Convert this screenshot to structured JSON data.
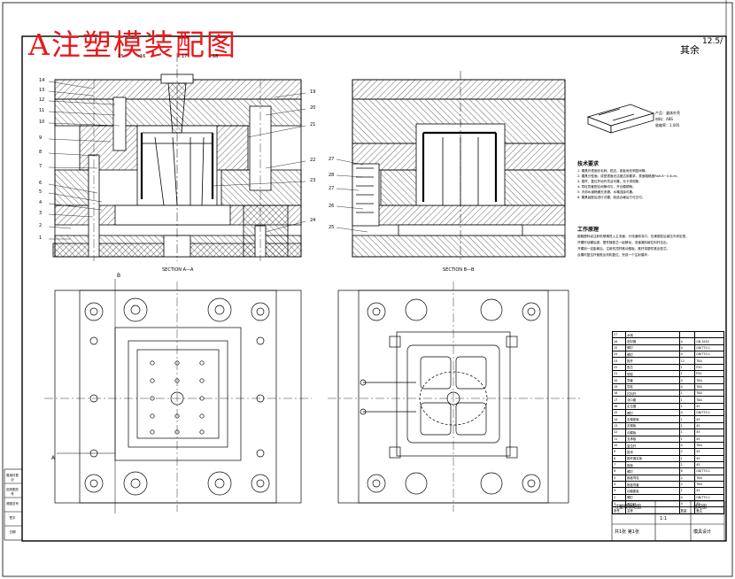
{
  "drawing": {
    "title": "A注塑模装配图",
    "sheet_label": "其余",
    "sheet_fraction": "12.5/"
  },
  "sections": {
    "left_label": "SECTION A—A",
    "right_label": "SECTION B—B"
  },
  "part_numbers_left": [
    "14",
    "13",
    "12",
    "11",
    "10",
    "9",
    "8",
    "7",
    "6",
    "5",
    "4",
    "3",
    "2",
    "1"
  ],
  "part_numbers_top": [
    "15",
    "16",
    "17",
    "18"
  ],
  "part_numbers_right": [
    "19",
    "20",
    "21",
    "22",
    "23",
    "24"
  ],
  "part_numbers_section_b": [
    "27",
    "28",
    "27",
    "26",
    "25"
  ],
  "cut_marks": {
    "a": "A",
    "b": "B"
  },
  "technical_notes": {
    "title": "技术要求",
    "lines": [
      "1. 模具外表面无毛刺、锐边，各板间无明显间隙。",
      "2. 模具分型面、成型表面光洁度达到要求，表面粗糙度Ra0.8~0.4um。",
      "3. 推杆、复位杆动作灵活可靠，无卡滞现象。",
      "4. 导柱导套配合间隙均匀，开合模顺畅。",
      "5. 冷却水道畅通无渗漏，水嘴连接可靠。",
      "6. 模具装配后进行试模，制品合格后方可交付。"
    ]
  },
  "work_notes": {
    "title": "工作原理",
    "lines": [
      "熔融塑料经注射机喷嘴进入主流道、分流道和浇口，充满型腔后保压冷却定型。",
      "开模时动模后退，塑件随型芯一起移动，流道凝料被拉料杆拉出。",
      "开模到一定距离后，注射机顶杆推动推板，推杆将塑件推出型芯。",
      "合模时复位杆使推出机构复位，完成一个注射循环。"
    ]
  },
  "product_info": {
    "name": "产品：盒体外壳",
    "material": "材料：ABS",
    "shrink": "收缩率：1.005"
  },
  "bom_rows": [
    [
      "27",
      "水嘴",
      "",
      ""
    ],
    [
      "26",
      "密封圈",
      "4",
      "GB-3452"
    ],
    [
      "25",
      "螺钉",
      "4",
      "GB/T70.1"
    ],
    [
      "24",
      "螺钉",
      "4",
      "GB/T70.1"
    ],
    [
      "23",
      "推杆",
      "12",
      "T8A"
    ],
    [
      "22",
      "型芯",
      "1",
      "P20"
    ],
    [
      "21",
      "型腔",
      "1",
      "P20"
    ],
    [
      "20",
      "导套",
      "4",
      "T8A"
    ],
    [
      "19",
      "导柱",
      "4",
      "T8A"
    ],
    [
      "18",
      "拉料杆",
      "1",
      "T8A"
    ],
    [
      "17",
      "浇口套",
      "1",
      "T8A"
    ],
    [
      "16",
      "定位圈",
      "1",
      "45"
    ],
    [
      "15",
      "螺钉",
      "4",
      "GB/T70.1"
    ],
    [
      "14",
      "定模座板",
      "1",
      "45"
    ],
    [
      "13",
      "定模板",
      "1",
      "45"
    ],
    [
      "12",
      "动模板",
      "1",
      "45"
    ],
    [
      "11",
      "支承板",
      "1",
      "45"
    ],
    [
      "10",
      "复位杆",
      "4",
      "T8A"
    ],
    [
      "9",
      "垫块",
      "2",
      "45"
    ],
    [
      "8",
      "推杆固定板",
      "1",
      "45"
    ],
    [
      "7",
      "推板",
      "1",
      "45"
    ],
    [
      "6",
      "螺钉",
      "6",
      "GB/T70.1"
    ],
    [
      "5",
      "推板导柱",
      "2",
      "T8A"
    ],
    [
      "4",
      "推板导套",
      "2",
      "T8A"
    ],
    [
      "3",
      "动模座板",
      "1",
      "45"
    ],
    [
      "2",
      "螺钉",
      "4",
      "GB/T70.1"
    ],
    [
      "1",
      "限位钉",
      "4",
      "45"
    ],
    [
      "序号",
      "名称",
      "数量",
      "备注"
    ]
  ],
  "title_block": {
    "name": "注塑模装配图",
    "drawing_no": "装配图",
    "scale": "1:1",
    "school": "模具设计",
    "sheet": "共1张 第1张"
  },
  "left_strip": [
    "借用件登记",
    "旧底图总号",
    "底图总号",
    "签字",
    "日期"
  ]
}
